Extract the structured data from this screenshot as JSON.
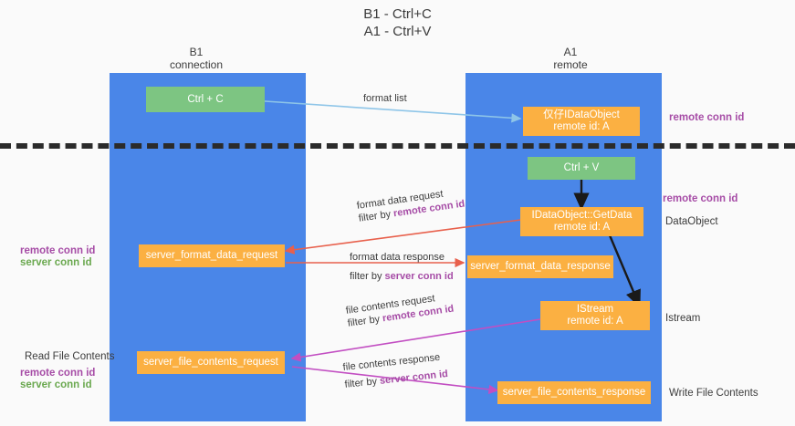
{
  "title": {
    "line1": "B1 - Ctrl+C",
    "line2": "A1 - Ctrl+V"
  },
  "columns": [
    {
      "name": "B1",
      "role": "connection"
    },
    {
      "name": "A1",
      "role": "remote"
    }
  ],
  "nodes": {
    "ctrl_c": {
      "label": "Ctrl + C"
    },
    "idataobject_top": {
      "line1": "仅仔IDataObject",
      "line2": "remote id: A"
    },
    "ctrl_v": {
      "label": "Ctrl + V"
    },
    "getdata": {
      "line1": "IDataObject::GetData",
      "line2": "remote id: A"
    },
    "fmt_req": {
      "label": "server_format_data_request"
    },
    "fmt_resp": {
      "label": "server_format_data_response"
    },
    "istream": {
      "line1": "IStream",
      "line2": "remote id: A"
    },
    "file_req": {
      "label": "server_file_contents_request"
    },
    "file_resp": {
      "label": "server_file_contents_response"
    }
  },
  "edge_labels": {
    "format_list": {
      "text": "format list"
    },
    "fmt_data_request": {
      "line1": "format data request",
      "prefix": "filter by ",
      "key": "remote conn id"
    },
    "fmt_data_response": {
      "line1": "format data response",
      "prefix": "filter by ",
      "key": "server conn id"
    },
    "file_contents_request": {
      "line1": "file contents request",
      "prefix": "filter by ",
      "key": "remote conn id"
    },
    "file_contents_response": {
      "line1": "file contents response",
      "prefix": "filter by ",
      "key": "server conn id"
    }
  },
  "right_annotations": [
    {
      "id": "remote-conn-id-top",
      "text": "remote conn id",
      "color": "purple"
    },
    {
      "id": "remote-conn-id-mid",
      "text": "remote conn id",
      "color": "purple"
    },
    {
      "id": "dataobject",
      "text": "DataObject",
      "color": "plain"
    },
    {
      "id": "istream",
      "text": "Istream",
      "color": "plain"
    },
    {
      "id": "write-file-contents",
      "text": "Write File Contents",
      "color": "plain"
    }
  ],
  "left_annotations": [
    {
      "id": "remote-conn-id-left-1",
      "text": "remote conn id",
      "color": "purple"
    },
    {
      "id": "server-conn-id-left-1",
      "text": "server conn id",
      "color": "green"
    },
    {
      "id": "read-file-contents",
      "text": "Read File Contents",
      "color": "plain"
    },
    {
      "id": "remote-conn-id-left-2",
      "text": "remote conn id",
      "color": "purple"
    },
    {
      "id": "server-conn-id-left-2",
      "text": "server conn id",
      "color": "green"
    }
  ],
  "colors": {
    "lane": "#4a86e8",
    "green_box": "#7dc582",
    "orange_box": "#fbb042",
    "purple": "#a64ca6",
    "green_text": "#6aa84f",
    "arrow_red": "#e8604c",
    "arrow_magenta": "#c24ec2",
    "arrow_blue": "#8ec5e8",
    "arrow_black": "#1a1a1a",
    "separator": "#2b2b2b",
    "background": "#fafafa"
  }
}
